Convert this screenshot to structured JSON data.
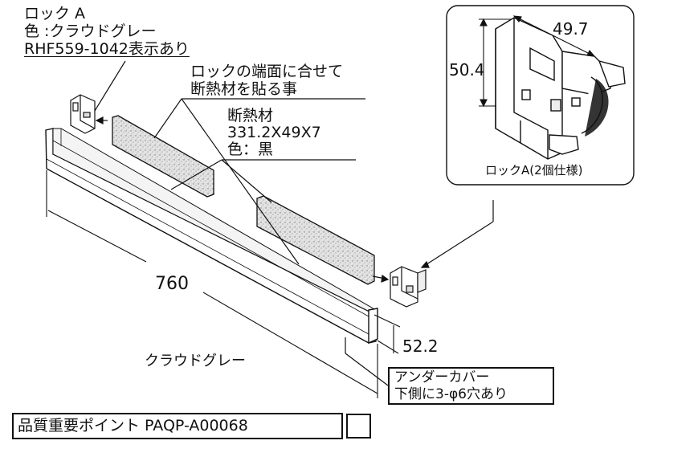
{
  "lock_a": {
    "name": "ロック A",
    "color": "色 :クラウドグレー",
    "marking": "RHF559-1042表示あり"
  },
  "instruction": {
    "line1": "ロックの端面に合せて",
    "line2": "断熱材を貼る事"
  },
  "insulation": {
    "name": "断熱材",
    "size": "331.2X49X7",
    "color": "色：黒"
  },
  "inset": {
    "width": "49.7",
    "height": "50.4",
    "caption": "ロックA(2個仕様)"
  },
  "dimensions": {
    "length": "760",
    "height": "52.2"
  },
  "cover": {
    "color": "クラウドグレー",
    "name": "アンダーカバー",
    "note": "下側に3-φ6穴あり"
  },
  "quality_point": {
    "label": "品質重要ポイント PAQP-A00068"
  },
  "colors": {
    "ink": "#111111",
    "insulation_fill": "#d8d8d8"
  }
}
